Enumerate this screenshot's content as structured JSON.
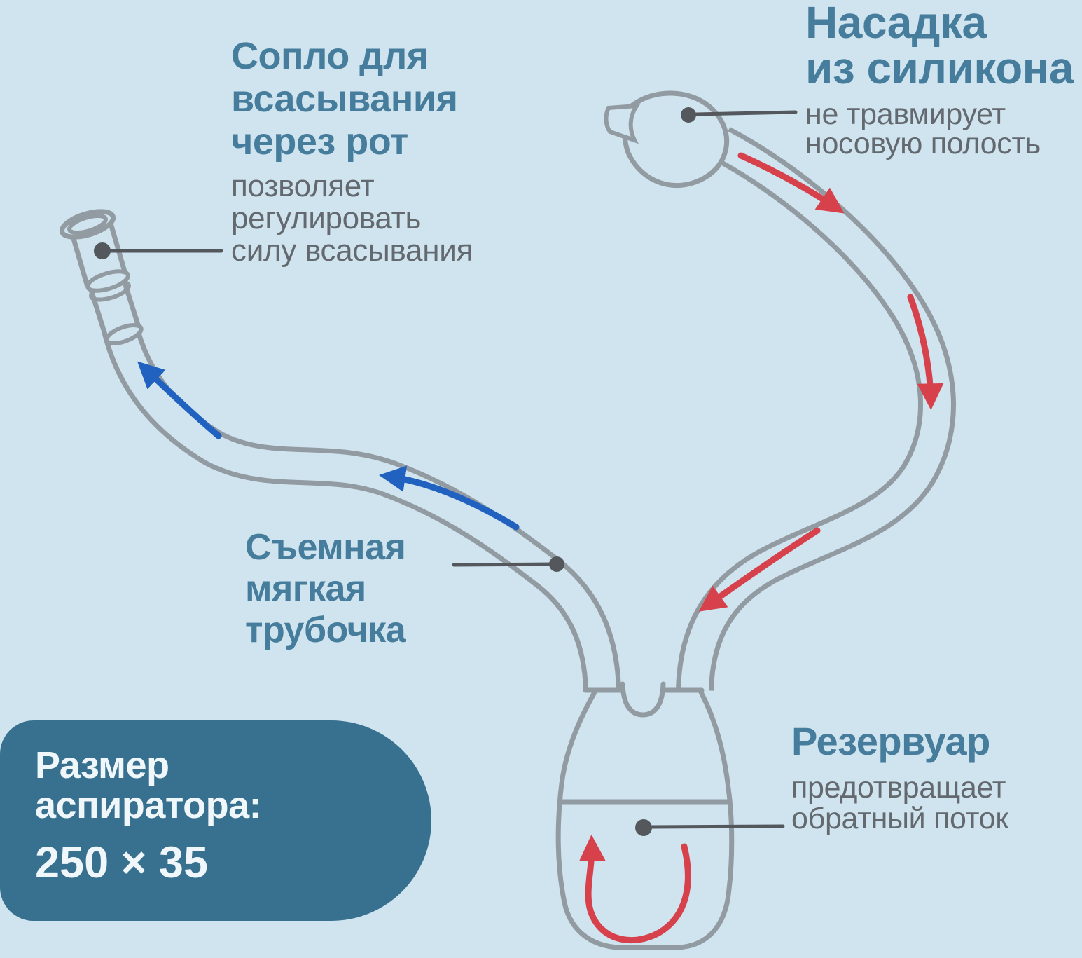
{
  "diagram": {
    "mouthpiece_label": {
      "title_lines": [
        "Сопло для",
        "всасывания",
        "через рот"
      ],
      "desc_lines": [
        "позволяет",
        "регулировать",
        "силу всасывания"
      ]
    },
    "nozzle_label": {
      "title_lines": [
        "Насадка",
        "из силикона"
      ],
      "desc_lines": [
        "не травмирует",
        "носовую полость"
      ]
    },
    "tube_label": {
      "title_lines": [
        "Съемная",
        "мягкая",
        "трубочка"
      ]
    },
    "reservoir_label": {
      "title": "Резервуар",
      "desc_lines": [
        "предотвращает",
        "обратный поток"
      ]
    },
    "size_badge": {
      "label_lines": [
        "Размер",
        "аспиратора:"
      ],
      "value": "250 × 35"
    },
    "icons": {
      "mouthpiece": "mouthpiece-nozzle",
      "tube": "soft-tube",
      "nozzle": "silicone-tip",
      "reservoir": "collection-reservoir",
      "flow_out": "blue-flow-arrows",
      "flow_in": "red-flow-arrows"
    },
    "colors": {
      "background": "#cfe4ee",
      "heading": "#477d9c",
      "body_text": "#63696e",
      "outline": "#939ba2",
      "badge": "#38718f",
      "badge_text": "#f0f7fa",
      "arrow_blue": "#2161c0",
      "arrow_red": "#d6414c",
      "callout": "#54585c"
    }
  }
}
